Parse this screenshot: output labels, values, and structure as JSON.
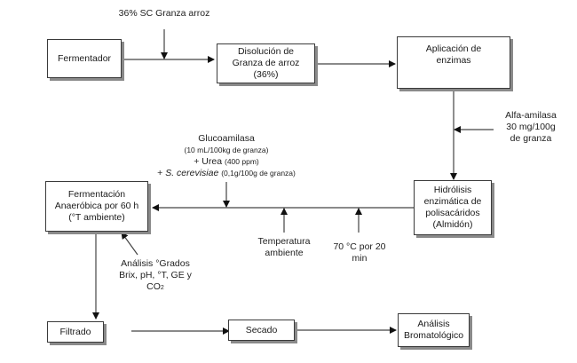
{
  "diagram": {
    "nodes": {
      "fermentador": "Fermentador",
      "disolucion": [
        "Disolución de",
        "Granza de arroz",
        "(36%)"
      ],
      "aplicacion": [
        "Aplicación de",
        "enzimas"
      ],
      "hidrolisis": [
        "Hidrólisis",
        "enzimática de",
        "polisacáridos",
        "(Almidón)"
      ],
      "fermentacion": [
        "Fermentación",
        "Anaeróbica por 60 h",
        "(°T ambiente)"
      ],
      "filtrado": "Filtrado",
      "secado": "Secado",
      "analisis_bromatologico": [
        "Análisis",
        "Bromatológico"
      ]
    },
    "inputs": {
      "granza": "36% SC Granza arroz",
      "alfa_amilasa": [
        "Alfa-amilasa",
        "30 mg/100g",
        "de granza"
      ],
      "glucoamilasa": {
        "line1": "Glucoamilasa",
        "line2": "(10 mL/100kg de granza)",
        "line3_main": "+ Urea",
        "line3_small": "(400 ppm)",
        "line4_prefix": "+ ",
        "line4_italic": "S. cerevisiae",
        "line4_small": "(0,1g/100g de granza)"
      },
      "temperatura": [
        "Temperatura",
        "ambiente"
      ],
      "setenta": [
        "70 °C por 20",
        "min"
      ],
      "analisis_grados": [
        "Análisis °Grados",
        "Brix, pH, °T, GE y",
        "CO",
        "2"
      ]
    }
  }
}
